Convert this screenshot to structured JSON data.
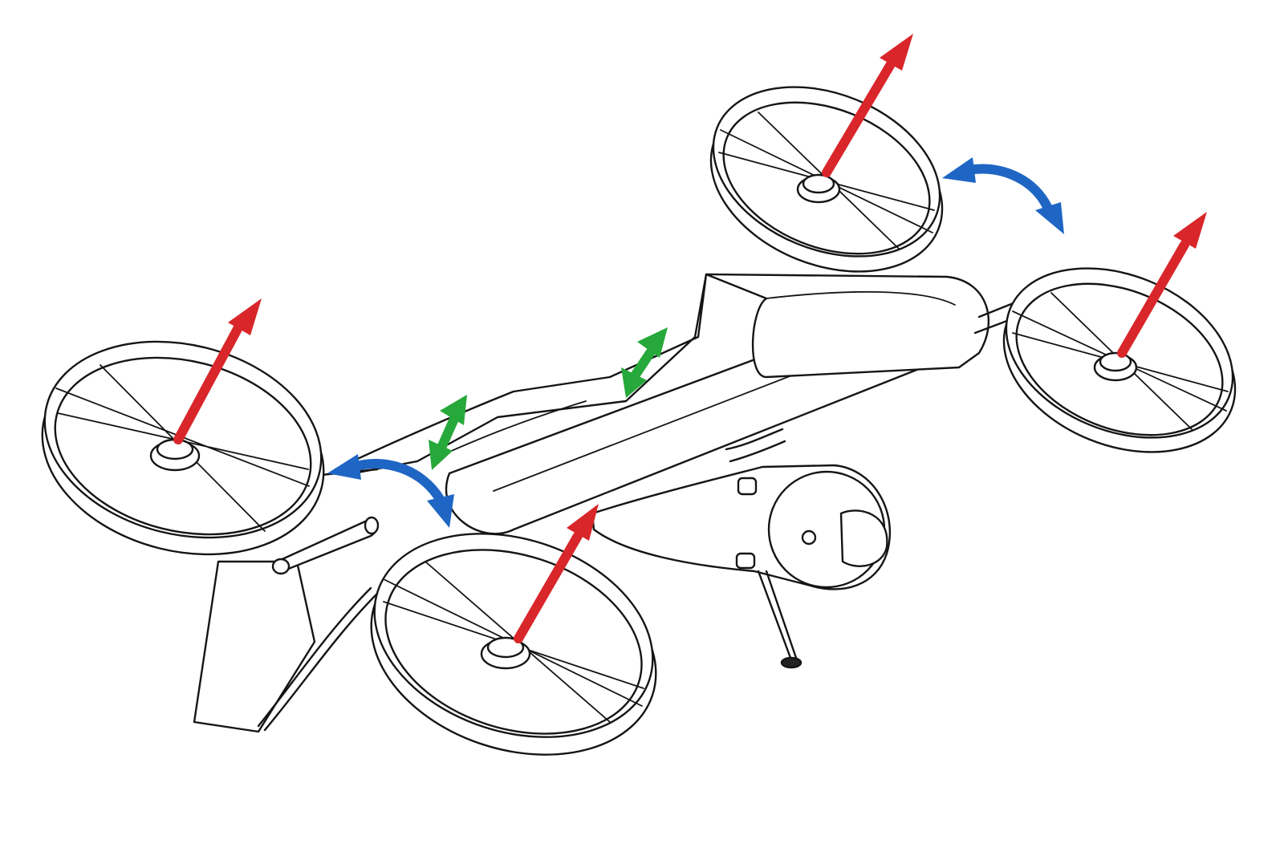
{
  "diagram": {
    "subject": "quad-rotor-tilt-aircraft-sketch",
    "arrow_colors": {
      "thrust": "#d8262a",
      "tilt": "#1f66c4",
      "wing_rotation": "#26a83a"
    },
    "rotors": [
      {
        "id": "front-left"
      },
      {
        "id": "front-right"
      },
      {
        "id": "rear-left"
      },
      {
        "id": "rear-right"
      }
    ]
  }
}
